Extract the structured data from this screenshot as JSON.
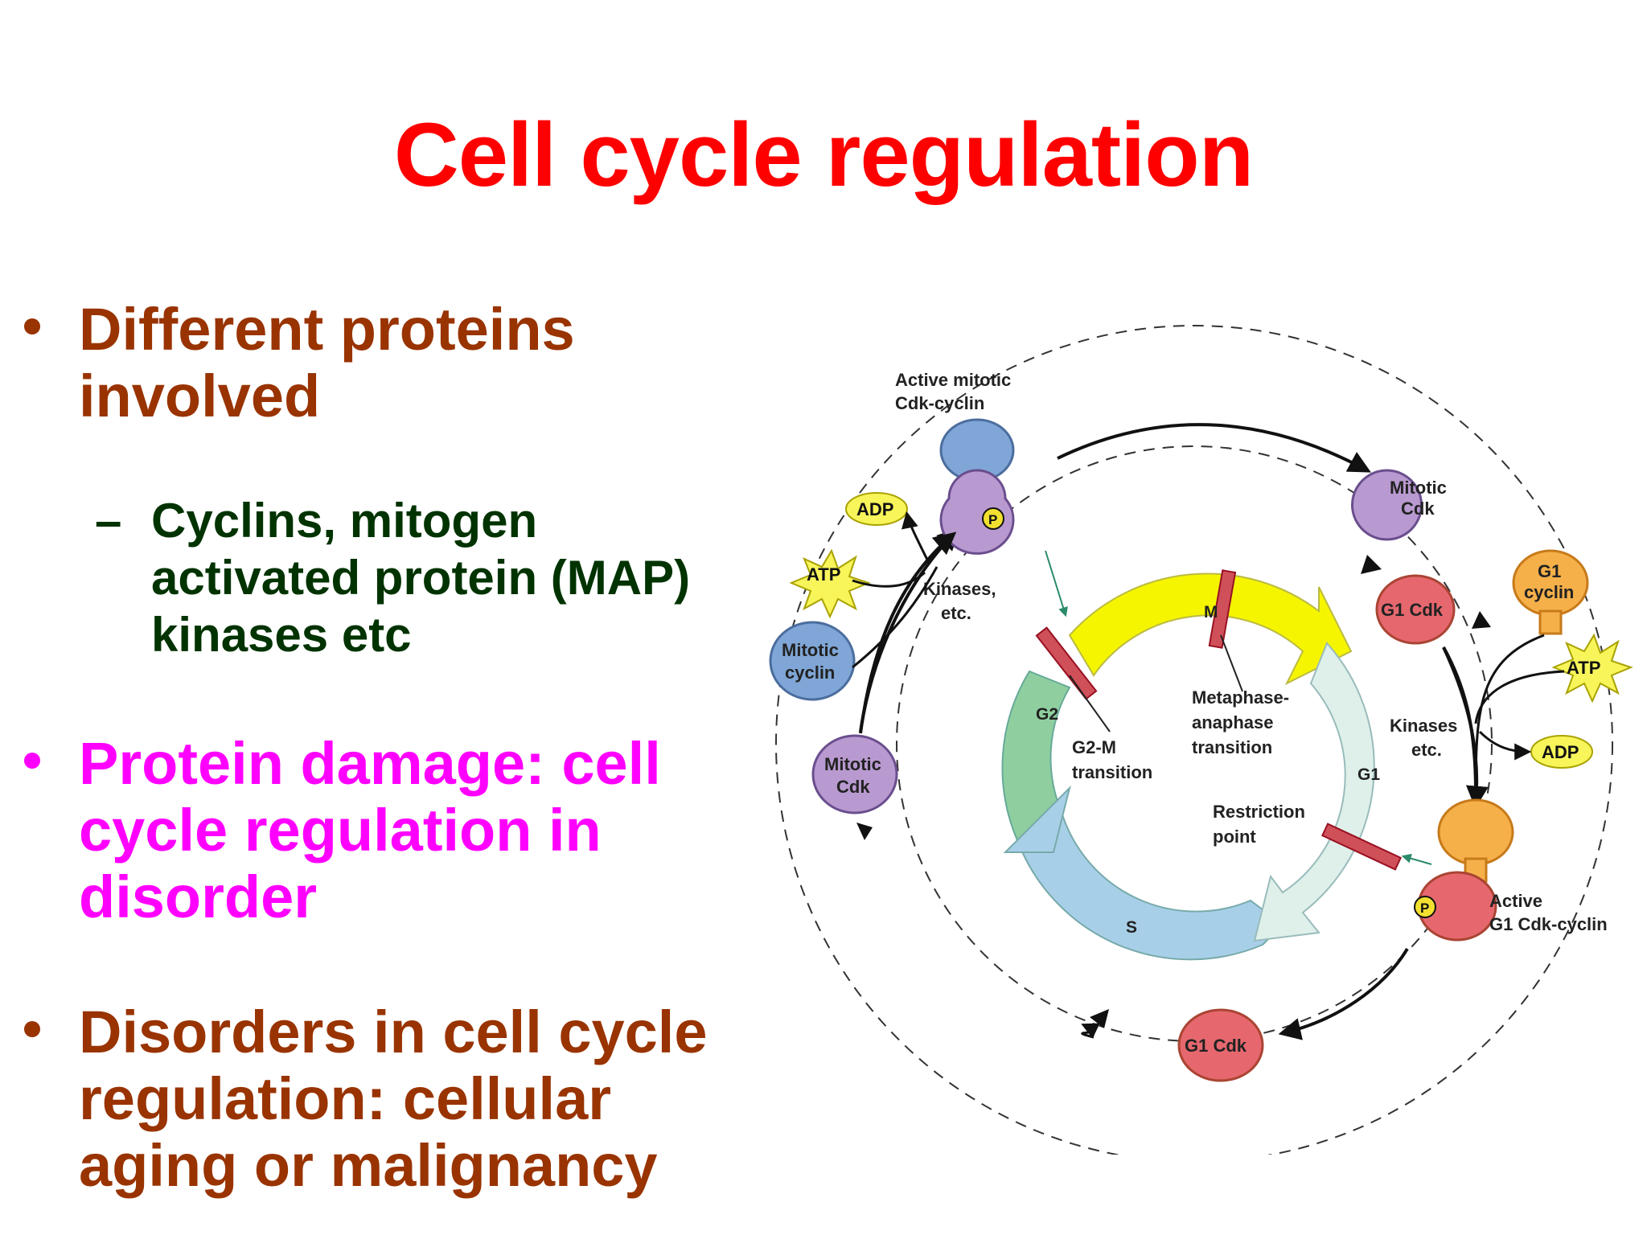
{
  "slide": {
    "title": "Cell cycle regulation",
    "colors": {
      "title": "#ff0000",
      "bullet_brown": "#993300",
      "sub_green": "#003300",
      "bullet_magenta": "#ff00ff"
    },
    "bullets": [
      {
        "lines": [
          "Different proteins",
          "involved"
        ]
      },
      {
        "sub": true,
        "lines": [
          "Cyclins, mitogen",
          "activated protein (MAP)",
          "kinases etc"
        ]
      },
      {
        "lines": [
          "Protein damage: cell",
          "cycle regulation in",
          "disorder"
        ]
      },
      {
        "lines": [
          "Disorders in cell cycle",
          "regulation: cellular",
          "aging or malignancy"
        ]
      }
    ],
    "sub_marker": "–"
  },
  "diagram": {
    "phases": {
      "m": "M",
      "g1": "G1",
      "s": "S",
      "g2": "G2"
    },
    "transitions": {
      "metaphase": [
        "Metaphase-",
        "anaphase",
        "transition"
      ],
      "g2m": [
        "G2-M",
        "transition"
      ],
      "restriction": [
        "Restriction",
        "point"
      ]
    },
    "molecules": {
      "active_mitotic": [
        "Active mitotic",
        "Cdk-cyclin"
      ],
      "mitotic_cdk_right": [
        "Mitotic",
        "Cdk"
      ],
      "g1_cdk_right": "G1 Cdk",
      "g1_cyclin": [
        "G1",
        "cyclin"
      ],
      "atp_right": "ATP",
      "adp_right": "ADP",
      "kinases_right": [
        "Kinases",
        "etc."
      ],
      "active_g1": [
        "Active",
        "G1 Cdk-cyclin"
      ],
      "g1_cdk_bottom": "G1 Cdk",
      "mitotic_cdk_left": [
        "Mitotic",
        "Cdk"
      ],
      "mitotic_cyclin": [
        "Mitotic",
        "cyclin"
      ],
      "atp_left": "ATP",
      "adp_left": "ADP",
      "kinases_left": [
        "Kinases,",
        "etc."
      ],
      "phosphate": "P"
    }
  }
}
